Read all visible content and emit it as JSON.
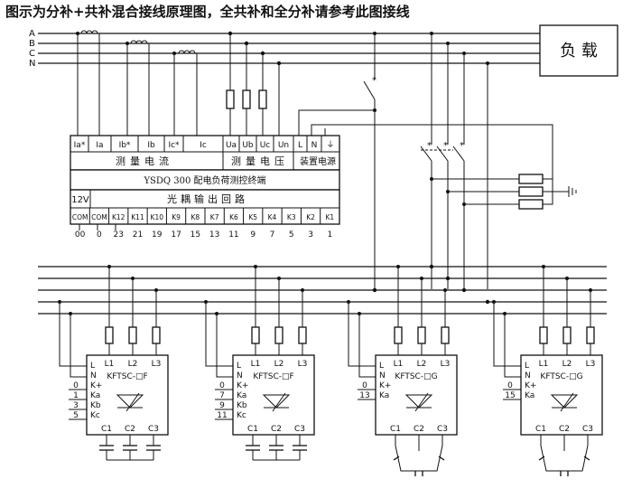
{
  "title": "图示为分补+共补混合接线原理图，全共补和全分补请参考此图接线",
  "phases": [
    "A",
    "B",
    "C",
    "N"
  ],
  "load_label": "负  载",
  "terminal_top": [
    "Ia*",
    "Ia",
    "Ib*",
    "Ib",
    "Ic*",
    "Ic",
    "Ua",
    "Ub",
    "Uc",
    "Un",
    "L",
    "N",
    "⏚"
  ],
  "group_current": "测量电流",
  "group_voltage": "测量电压",
  "group_power": "装置电源",
  "device_name": "YSDQ 300 配电负荷测控终端",
  "v12": "12V",
  "optocoupler_label": "光耦输出回路",
  "terminal_bottom": [
    "COM",
    "COM",
    "K12",
    "K11",
    "K10",
    "K9",
    "K8",
    "K7",
    "K6",
    "K5",
    "K4",
    "K3",
    "K2",
    "K1"
  ],
  "wire_numbers": [
    "00",
    "0",
    "23",
    "21",
    "19",
    "17",
    "15",
    "13",
    "11",
    "9",
    "7",
    "5",
    "3",
    "1"
  ],
  "modules": [
    {
      "model": "KFTSC-□F",
      "pins": [
        "L",
        "N",
        "K+",
        "Ka",
        "Kb",
        "Kc"
      ],
      "sides": [
        "0",
        "1",
        "3",
        "5"
      ],
      "outs": [
        "C1",
        "C2",
        "C3"
      ],
      "tops": [
        "L1",
        "L2",
        "L3"
      ]
    },
    {
      "model": "KFTSC-□F",
      "pins": [
        "L",
        "N",
        "K+",
        "Ka",
        "Kb",
        "Kc"
      ],
      "sides": [
        "0",
        "7",
        "9",
        "11"
      ],
      "outs": [
        "C1",
        "C2",
        "C3"
      ],
      "tops": [
        "L1",
        "L2",
        "L3"
      ]
    },
    {
      "model": "KFTSC-□G",
      "pins": [
        "L",
        "N",
        "K+",
        "Ka"
      ],
      "sides": [
        "0",
        "13"
      ],
      "outs": [
        "C1",
        "C2",
        "C3"
      ],
      "tops": [
        "L1",
        "L2",
        "L3"
      ]
    },
    {
      "model": "KFTSC-□G",
      "pins": [
        "L",
        "N",
        "K+",
        "Ka"
      ],
      "sides": [
        "0",
        "15"
      ],
      "outs": [
        "C1",
        "C2",
        "C3"
      ],
      "tops": [
        "L1",
        "L2",
        "L3"
      ]
    }
  ]
}
